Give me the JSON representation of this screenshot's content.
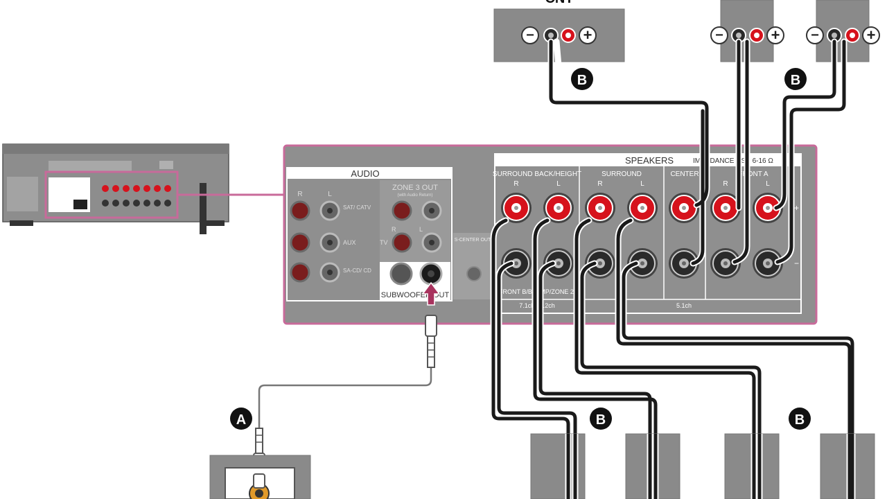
{
  "labels": {
    "cnt": "CNT",
    "audio": "AUDIO",
    "zone3_out": "ZONE 3 OUT",
    "zone3_sub": "(with Audio Return)",
    "speakers": "SPEAKERS",
    "impedance": "IMPEDANCE USE 6-16 Ω",
    "surround_back_height": "SURROUND BACK/HEIGHT",
    "surround": "SURROUND",
    "center": "CENTER",
    "front_a": "FRONT A",
    "front_b": "FRONT B/BI-AMP/ZONE 2",
    "r": "R",
    "l": "L",
    "plus": "+",
    "minus": "−",
    "sat_catv": "SAT/ CATV",
    "aux": "AUX",
    "sacd_cd": "SA-CD/ CD",
    "tv": "TV",
    "subwoofer_out": "SUBWOOFER OUT",
    "s_center_out": "S-CENTER OUT",
    "ch_71_52": "7.1ch / 5.2ch",
    "ch_51": "5.1ch",
    "callout_a": "A",
    "callout_b": "B"
  },
  "colors": {
    "panel_bg": "#8f8f8f",
    "panel_border": "#c86a9a",
    "label_box_bg": "#ffffff",
    "terminal_red": "#d6121c",
    "terminal_black": "#2a2a2a",
    "cable_dark": "#1a1a1a",
    "speaker_box": "#8a8a8a",
    "arrow_magenta": "#a8335e",
    "rca_orange": "#e19a2a"
  }
}
